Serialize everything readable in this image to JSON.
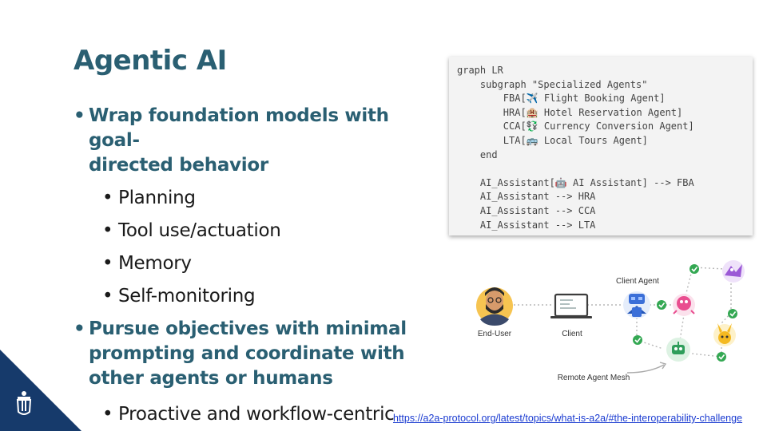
{
  "slide": {
    "title": "Agentic AI",
    "bullets": [
      {
        "text": "Wrap foundation models with goal-directed behavior",
        "lines": [
          "Wrap foundation models with goal-",
          "directed behavior"
        ],
        "subs": [
          "Planning",
          "Tool use/actuation",
          "Memory",
          "Self-monitoring"
        ]
      },
      {
        "text": "Pursue objectives with minimal prompting and coordinate with other agents or humans",
        "lines": [
          "Pursue objectives with minimal",
          "prompting and coordinate with",
          "other agents or humans"
        ],
        "subs": [
          "Proactive and workflow-centric"
        ]
      }
    ]
  },
  "code": {
    "lines": [
      "graph LR",
      "    subgraph \"Specialized Agents\"",
      "        FBA[✈️ Flight Booking Agent]",
      "        HRA[🏨 Hotel Reservation Agent]",
      "        CCA[💱 Currency Conversion Agent]",
      "        LTA[🚌 Local Tours Agent]",
      "    end",
      "",
      "    AI_Assistant[🤖 AI Assistant] --> FBA",
      "    AI_Assistant --> HRA",
      "    AI_Assistant --> CCA",
      "    AI_Assistant --> LTA"
    ]
  },
  "diagram": {
    "labels": {
      "end_user": "End-User",
      "client": "Client",
      "client_agent": "Client Agent",
      "remote_mesh": "Remote Agent Mesh"
    },
    "colors": {
      "check": "#34a853",
      "link": "#1a3bd1",
      "title": "#2a5f72",
      "corner": "#163a6b"
    }
  },
  "reference": {
    "url": "https://a2a-protocol.org/latest/topics/what-is-a2a/#the-interoperability-challenge"
  }
}
